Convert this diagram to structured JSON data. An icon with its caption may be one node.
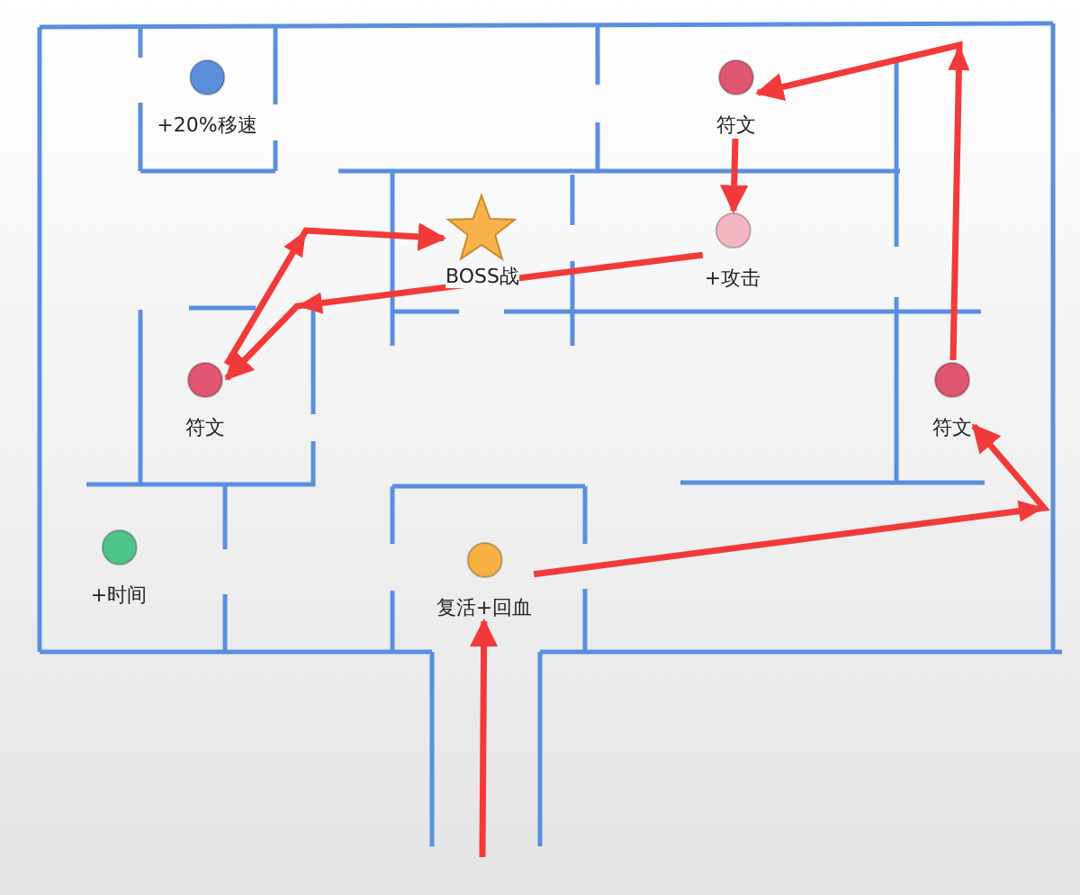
{
  "diagram": {
    "nodes": [
      {
        "text": [
          "+20%移速"
        ]
      },
      {
        "text": [
          "BOSS战"
        ]
      },
      {
        "text": [
          "符文"
        ]
      },
      {
        "text": [
          "+攻击"
        ]
      },
      {
        "text": [
          "符文"
        ]
      },
      {
        "text": [
          "符文"
        ]
      },
      {
        "text": [
          "+时间"
        ]
      },
      {
        "text": [
          "复活+回血"
        ]
      }
    ],
    "edges": [
      {
        "from": null,
        "to": 7,
        "arrow": "to"
      },
      {
        "from": 7,
        "to": 5,
        "arrow": "to"
      },
      {
        "from": 5,
        "to": 2,
        "arrow": "to"
      },
      {
        "from": 2,
        "to": 3,
        "arrow": "to"
      },
      {
        "from": 3,
        "to": 4,
        "arrow": "to"
      },
      {
        "from": 4,
        "to": 1,
        "arrow": "to"
      }
    ]
  }
}
